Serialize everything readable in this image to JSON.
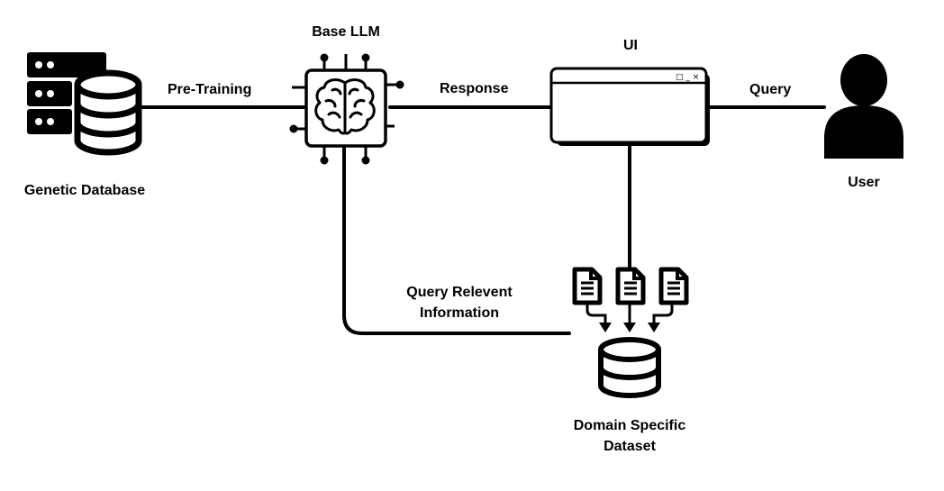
{
  "diagram": {
    "nodes": {
      "genetic_db": {
        "label": "Genetic Database",
        "icon": "server-database-icon"
      },
      "base_llm": {
        "label": "Base LLM",
        "icon": "brain-chip-icon"
      },
      "ui": {
        "label": "UI",
        "icon": "window-icon",
        "window_controls": "□ _ ×"
      },
      "user": {
        "label": "User",
        "icon": "user-icon"
      },
      "domain_dataset": {
        "label_line1": "Domain Specific",
        "label_line2": "Dataset",
        "icon": "database-icon"
      },
      "documents": {
        "count": 3,
        "icon": "document-icon"
      }
    },
    "edges": {
      "pretraining": {
        "label": "Pre-Training"
      },
      "response": {
        "label": "Response"
      },
      "query": {
        "label": "Query"
      },
      "relevant": {
        "label_line1": "Query Relevent",
        "label_line2": "Information"
      }
    },
    "colors": {
      "stroke": "#000000",
      "background": "#ffffff"
    }
  }
}
